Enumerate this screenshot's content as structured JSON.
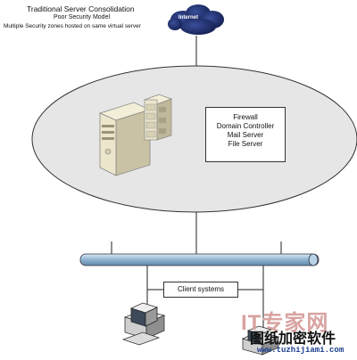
{
  "header": {
    "title": "Traditional Server Consolidation",
    "subtitle": "Poor Security Model",
    "note": "Multiple Security zones hosted on same virtual server"
  },
  "internet": {
    "label": "Internet",
    "icon": "cloud-icon"
  },
  "server": {
    "icon": "server-icon",
    "roles": [
      "Firewall",
      "Domain Controller",
      "Mail Server",
      "File Server"
    ]
  },
  "clients": {
    "label": "Client systems",
    "icon": "workstation-icon"
  },
  "watermark": {
    "logo": "IT专家网",
    "line2": "图纸加密软件",
    "url": "www.tuzhijiami.com"
  },
  "colors": {
    "ellipse_fill": "#e6e6e6",
    "cloud_fill": "#1a2a66",
    "bus_fill": "#9fc0d8",
    "server_fill": "#ece6cc"
  }
}
